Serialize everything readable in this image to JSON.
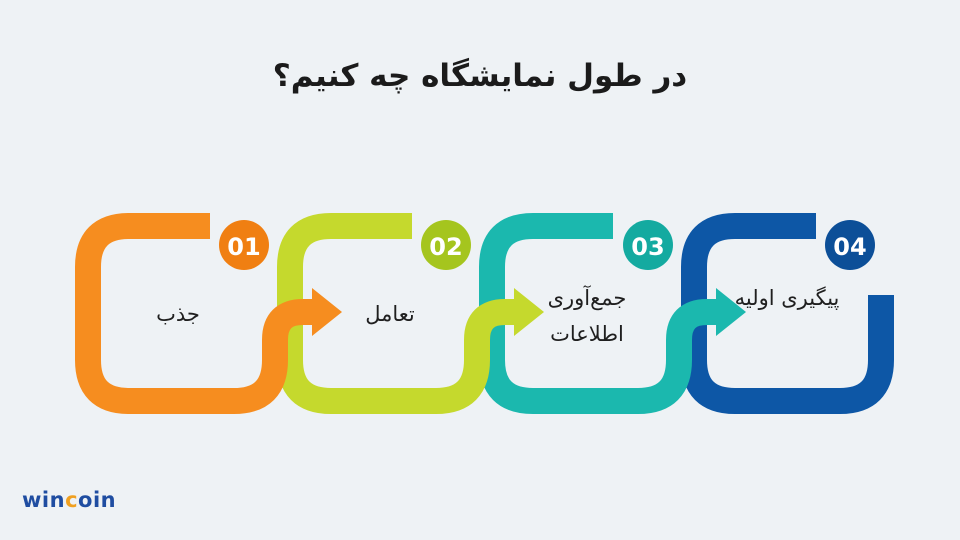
{
  "title": "در طول نمایشگاه چه کنیم؟",
  "steps": [
    {
      "number": "01",
      "label": "جذب",
      "color": "#f68d1f",
      "number_color": "#f07f12"
    },
    {
      "number": "02",
      "label": "تعامل",
      "color": "#c5d92d",
      "number_color": "#a5c51e"
    },
    {
      "number": "03",
      "label": "جمع‌آوری اطلاعات",
      "color": "#1bb8ae",
      "number_color": "#14aaa0"
    },
    {
      "number": "04",
      "label": "پیگیری اولیه",
      "color": "#0d57a6",
      "number_color": "#0c4f98"
    }
  ],
  "logo": {
    "part1": "win",
    "part2": "c",
    "part3": "oin"
  }
}
